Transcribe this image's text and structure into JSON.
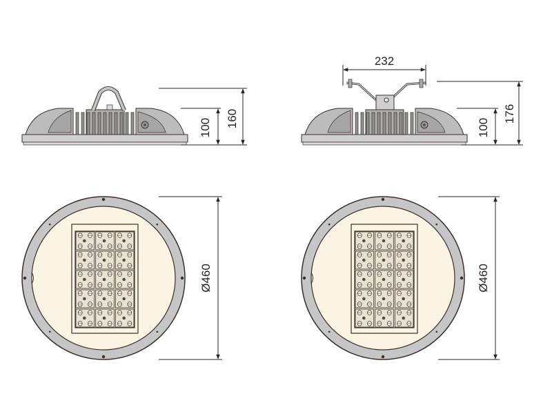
{
  "drawing": {
    "side_view_hook": {
      "height_body": "100",
      "height_total": "160"
    },
    "side_view_bracket": {
      "bracket_width": "232",
      "height_body": "100",
      "height_total": "176"
    },
    "top_view_left": {
      "diameter": "Ø460"
    },
    "top_view_right": {
      "diameter": "Ø460"
    },
    "led_modules": {
      "rows": 5,
      "cols": 3
    }
  },
  "colors": {
    "outline": "#3a2e2a",
    "housing": "#bcbcbc",
    "housing_dark": "#a6a6a6",
    "ring": "#c6c6c6",
    "lens": "#fbf4e4",
    "led_panel": "#e9e1d2"
  }
}
